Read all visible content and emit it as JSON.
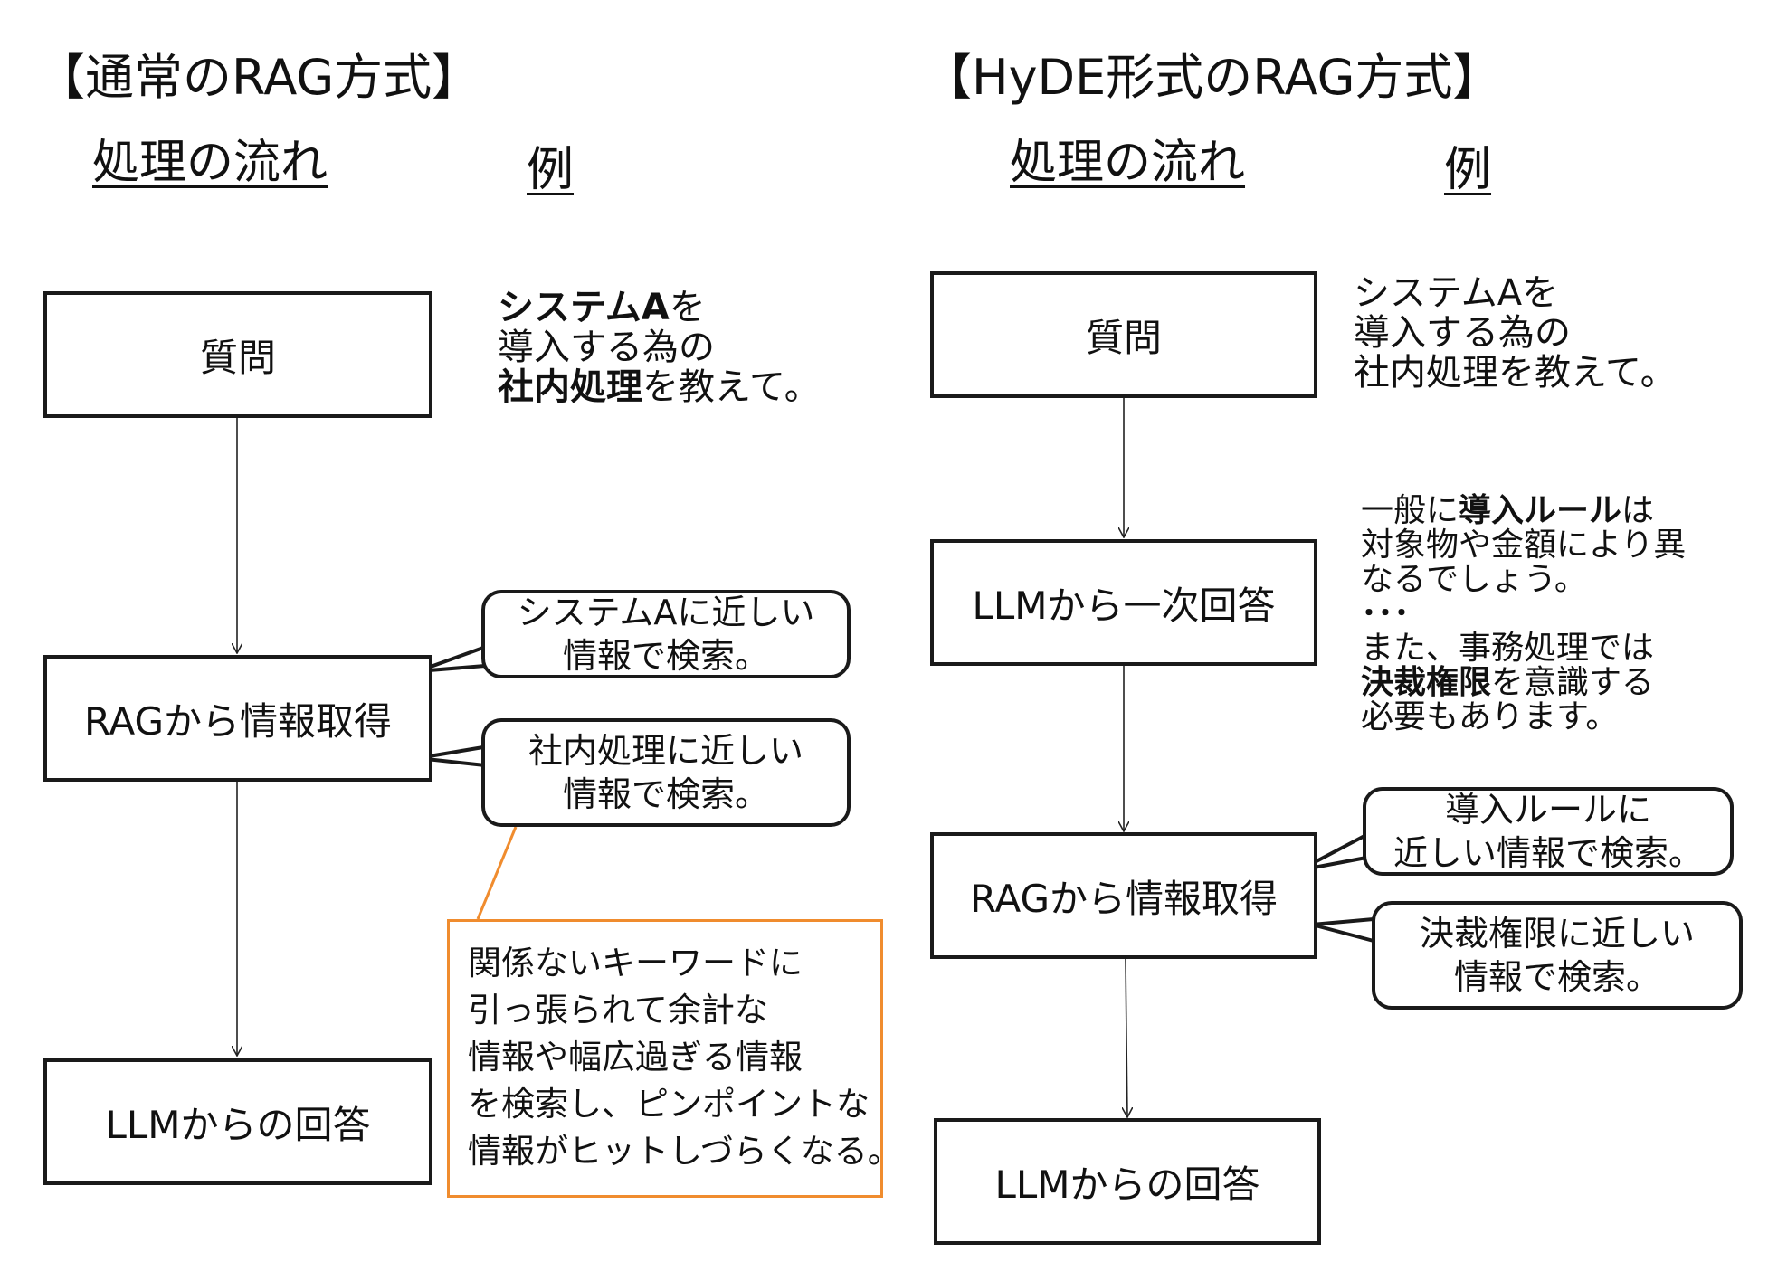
{
  "left": {
    "title": "【通常のRAG方式】",
    "flow_heading": "処理の流れ",
    "example_heading": "例",
    "boxes": [
      "質問",
      "RAGから情報取得",
      "LLMからの回答"
    ],
    "example_question": [
      [
        {
          "t": "システムA",
          "b": true
        },
        {
          "t": "を",
          "b": false
        }
      ],
      [
        {
          "t": "導入する為の",
          "b": false
        }
      ],
      [
        {
          "t": "社内処理",
          "b": true
        },
        {
          "t": "を教えて。",
          "b": false
        }
      ]
    ],
    "callout_1": [
      "システムAに近しい",
      "情報で検索。"
    ],
    "callout_2": [
      "社内処理に近しい",
      "情報で検索。"
    ],
    "note": [
      "関係ないキーワードに",
      "引っ張られて余計な",
      "情報や幅広過ぎる情報",
      "を検索し、ピンポイントな",
      "情報がヒットしづらくなる。"
    ]
  },
  "right": {
    "title": "【HyDE形式のRAG方式】",
    "flow_heading": "処理の流れ",
    "example_heading": "例",
    "boxes": [
      "質問",
      "LLMから一次回答",
      "RAGから情報取得",
      "LLMからの回答"
    ],
    "example_question": [
      "システムAを",
      "導入する為の",
      "社内処理を教えて。"
    ],
    "example_answer": [
      [
        {
          "t": "一般に",
          "b": false
        },
        {
          "t": "導入ルール",
          "b": true
        },
        {
          "t": "は",
          "b": false
        }
      ],
      [
        {
          "t": "対象物や金額により異",
          "b": false
        }
      ],
      [
        {
          "t": "なるでしょう。",
          "b": false
        }
      ],
      [
        {
          "t": "･･･",
          "b": true
        }
      ],
      [
        {
          "t": "また、事務処理では",
          "b": false
        }
      ],
      [
        {
          "t": "決裁権限",
          "b": true
        },
        {
          "t": "を意識する",
          "b": false
        }
      ],
      [
        {
          "t": "必要もあります。",
          "b": false
        }
      ]
    ],
    "callout_1": [
      "導入ルールに",
      "近しい情報で検索。"
    ],
    "callout_2": [
      "決裁権限に近しい",
      "情報で検索。"
    ]
  },
  "colors": {
    "box_border": "#1a1a1a",
    "note_border": "#f08c2e",
    "text": "#111111"
  }
}
